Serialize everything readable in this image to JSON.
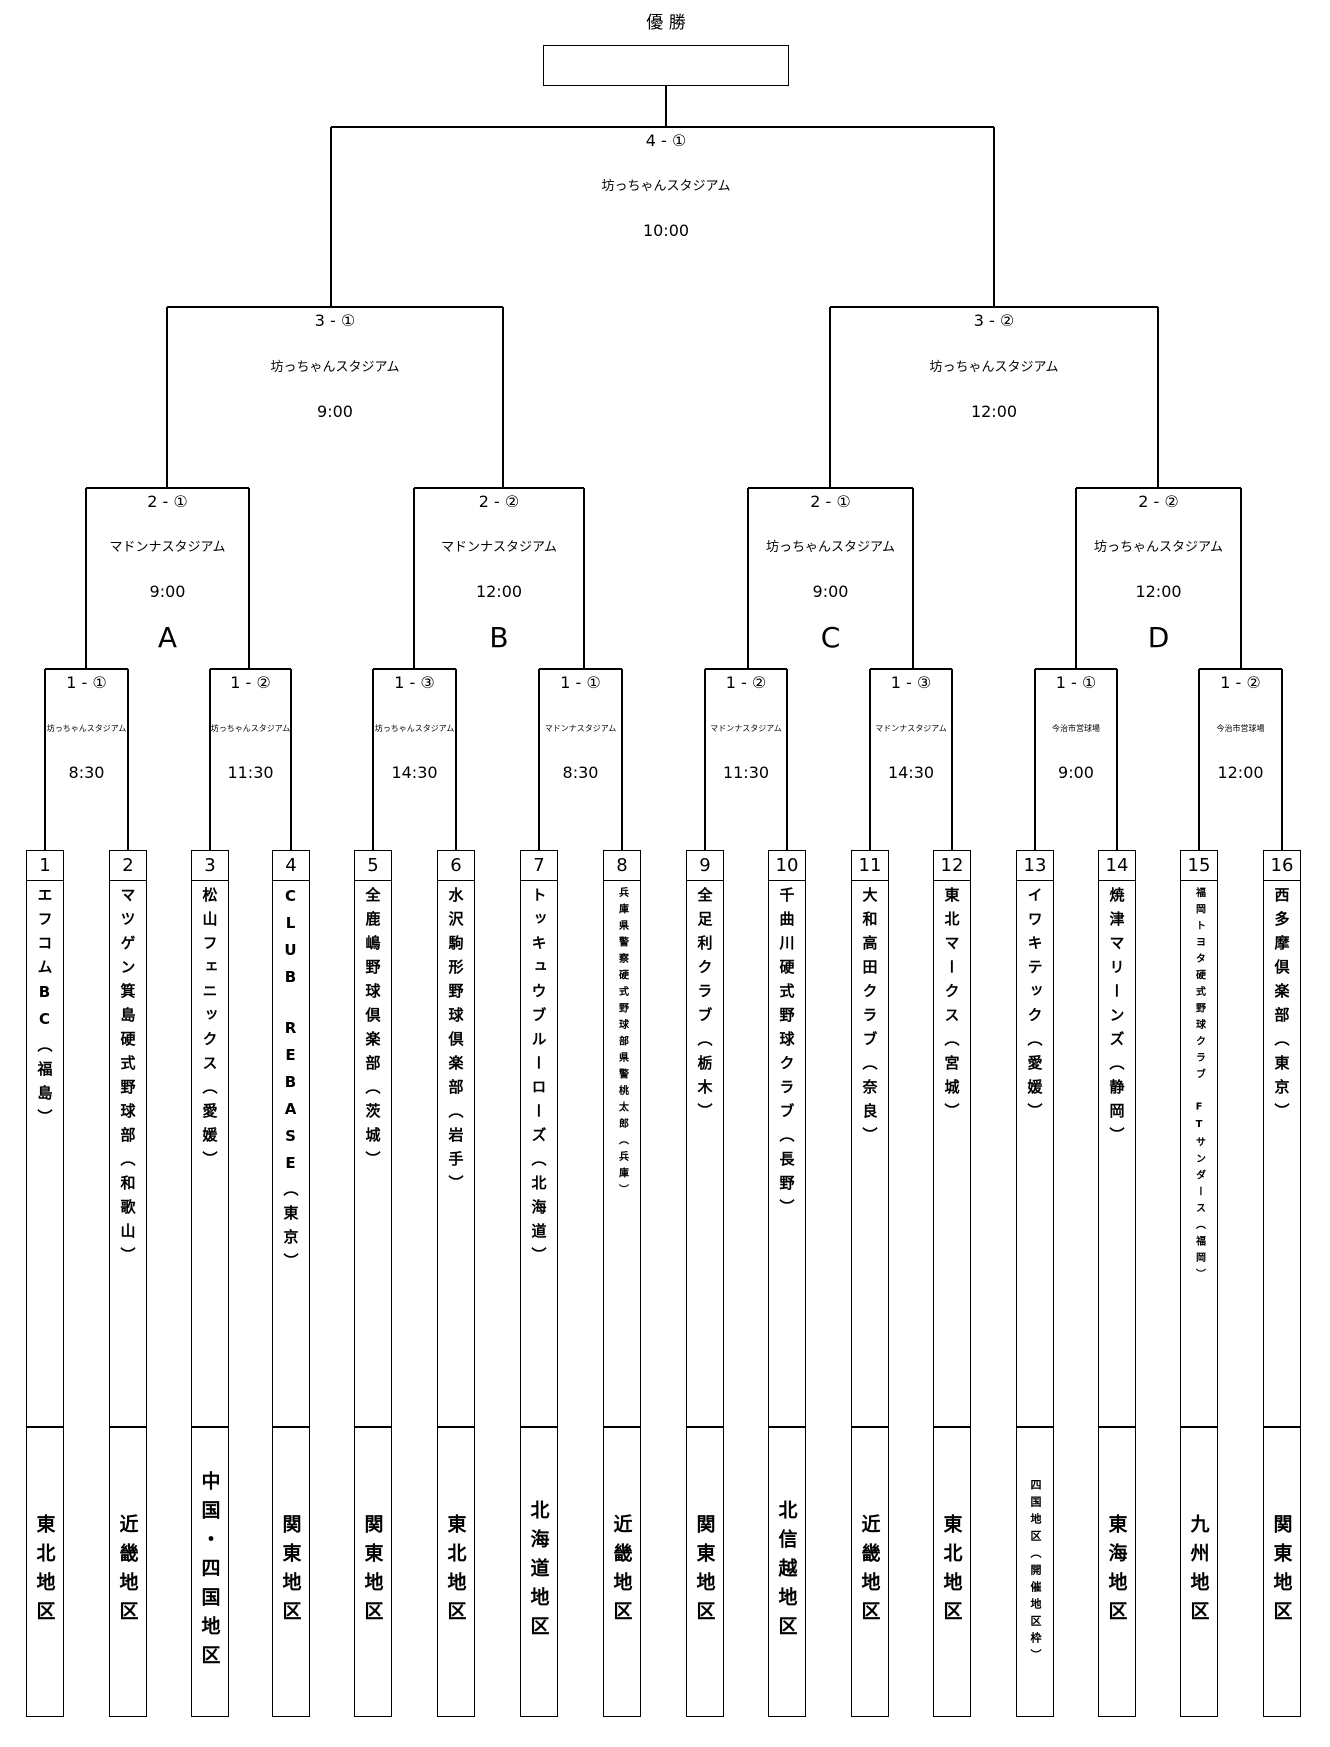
{
  "champion_label": "優 勝",
  "final": {
    "match": "4 - ①",
    "venue": "坊っちゃんスタジアム",
    "time": "10:00"
  },
  "semis": [
    {
      "match": "3 - ①",
      "venue": "坊っちゃんスタジアム",
      "time": "9:00"
    },
    {
      "match": "3 - ②",
      "venue": "坊っちゃんスタジアム",
      "time": "12:00"
    }
  ],
  "quarters": [
    {
      "match": "2 - ①",
      "venue": "マドンナスタジアム",
      "time": "9:00",
      "block": "A"
    },
    {
      "match": "2 - ②",
      "venue": "マドンナスタジアム",
      "time": "12:00",
      "block": "B"
    },
    {
      "match": "2 - ①",
      "venue": "坊っちゃんスタジアム",
      "time": "9:00",
      "block": "C"
    },
    {
      "match": "2 - ②",
      "venue": "坊っちゃんスタジアム",
      "time": "12:00",
      "block": "D"
    }
  ],
  "first_round": [
    {
      "match": "1 - ①",
      "venue": "坊っちゃんスタジアム",
      "time": "8:30"
    },
    {
      "match": "1 - ②",
      "venue": "坊っちゃんスタジアム",
      "time": "11:30"
    },
    {
      "match": "1 - ③",
      "venue": "坊っちゃんスタジアム",
      "time": "14:30"
    },
    {
      "match": "1 - ①",
      "venue": "マドンナスタジアム",
      "time": "8:30"
    },
    {
      "match": "1 - ②",
      "venue": "マドンナスタジアム",
      "time": "11:30"
    },
    {
      "match": "1 - ③",
      "venue": "マドンナスタジアム",
      "time": "14:30"
    },
    {
      "match": "1 - ①",
      "venue": "今治市営球場",
      "time": "9:00"
    },
    {
      "match": "1 - ②",
      "venue": "今治市営球場",
      "time": "12:00"
    }
  ],
  "teams": [
    {
      "num": "1",
      "name": "エフコムBC（福島）",
      "region": "東北地区"
    },
    {
      "num": "2",
      "name": "マツゲン箕島硬式野球部（和歌山）",
      "region": "近畿地区"
    },
    {
      "num": "3",
      "name": "松山フェニックス（愛媛）",
      "region": "中国・四国地区"
    },
    {
      "num": "4",
      "name": "CLUB　REBASE（東京）",
      "region": "関東地区"
    },
    {
      "num": "5",
      "name": "全鹿嶋野球倶楽部（茨城）",
      "region": "関東地区"
    },
    {
      "num": "6",
      "name": "水沢駒形野球倶楽部（岩手）",
      "region": "東北地区"
    },
    {
      "num": "7",
      "name": "トッキュウブルーローズ（北海道）",
      "region": "北海道地区"
    },
    {
      "num": "8",
      "name": "兵庫県警察硬式野球部県警桃太郎（兵庫）",
      "region": "近畿地区"
    },
    {
      "num": "9",
      "name": "全足利クラブ（栃木）",
      "region": "関東地区"
    },
    {
      "num": "10",
      "name": "千曲川硬式野球クラブ（長野）",
      "region": "北信越地区"
    },
    {
      "num": "11",
      "name": "大和高田クラブ（奈良）",
      "region": "近畿地区"
    },
    {
      "num": "12",
      "name": "東北マークス（宮城）",
      "region": "東北地区"
    },
    {
      "num": "13",
      "name": "イワキテック（愛媛）",
      "region": "四国地区（開催地区枠）"
    },
    {
      "num": "14",
      "name": "焼津マリーンズ（静岡）",
      "region": "東海地区"
    },
    {
      "num": "15",
      "name": "福岡トヨタ硬式野球クラブ　FTサンダース（福岡）",
      "region": "九州地区"
    },
    {
      "num": "16",
      "name": "西多摩倶楽部（東京）",
      "region": "関東地区"
    }
  ]
}
